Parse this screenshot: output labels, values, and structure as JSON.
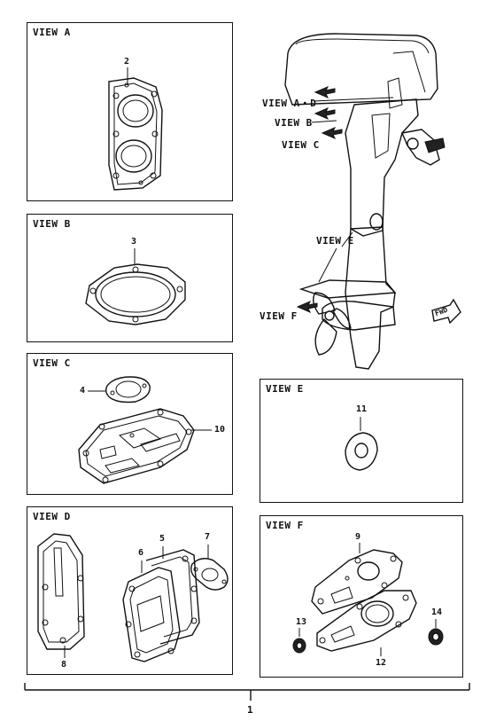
{
  "views": {
    "a": {
      "title": "VIEW A",
      "parts": [
        "2"
      ]
    },
    "b": {
      "title": "VIEW B",
      "parts": [
        "3"
      ]
    },
    "c": {
      "title": "VIEW C",
      "parts": [
        "4",
        "10"
      ]
    },
    "d": {
      "title": "VIEW D",
      "parts": [
        "5",
        "6",
        "7",
        "8"
      ]
    },
    "e": {
      "title": "VIEW E",
      "parts": [
        "11"
      ]
    },
    "f": {
      "title": "VIEW F",
      "parts": [
        "9",
        "12",
        "13",
        "14"
      ]
    }
  },
  "motor": {
    "labels": {
      "a_d": "VIEW A・D",
      "b": "VIEW B",
      "c": "VIEW C",
      "e": "VIEW E",
      "f": "VIEW F"
    },
    "fwd": "FWD"
  },
  "assembly": {
    "part": "1"
  }
}
